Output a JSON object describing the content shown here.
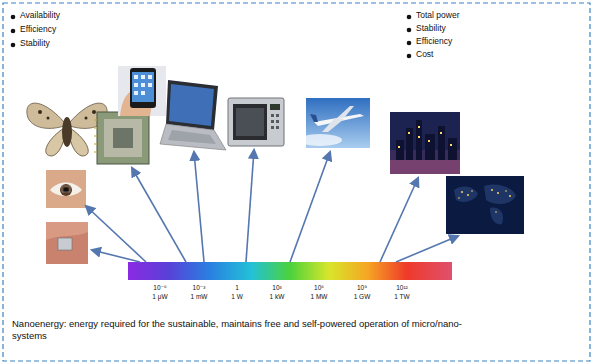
{
  "diagram": {
    "caption": "Nanoenergy: energy required for the sustainable, maintains free and self-powered operation of micro/nano-systems",
    "labels": [
      "Availability",
      "Efficiency",
      "Stability",
      "Total power",
      "Stability",
      "Efficiency",
      "Cost",
      "10⁻⁶",
      "1 μW",
      "10⁻³",
      "1 mW",
      "1",
      "1 W",
      "10³",
      "1 kW",
      "10⁶",
      "1 MW",
      "10⁹",
      "1 GW",
      "10¹²",
      "1 TW"
    ]
  }
}
